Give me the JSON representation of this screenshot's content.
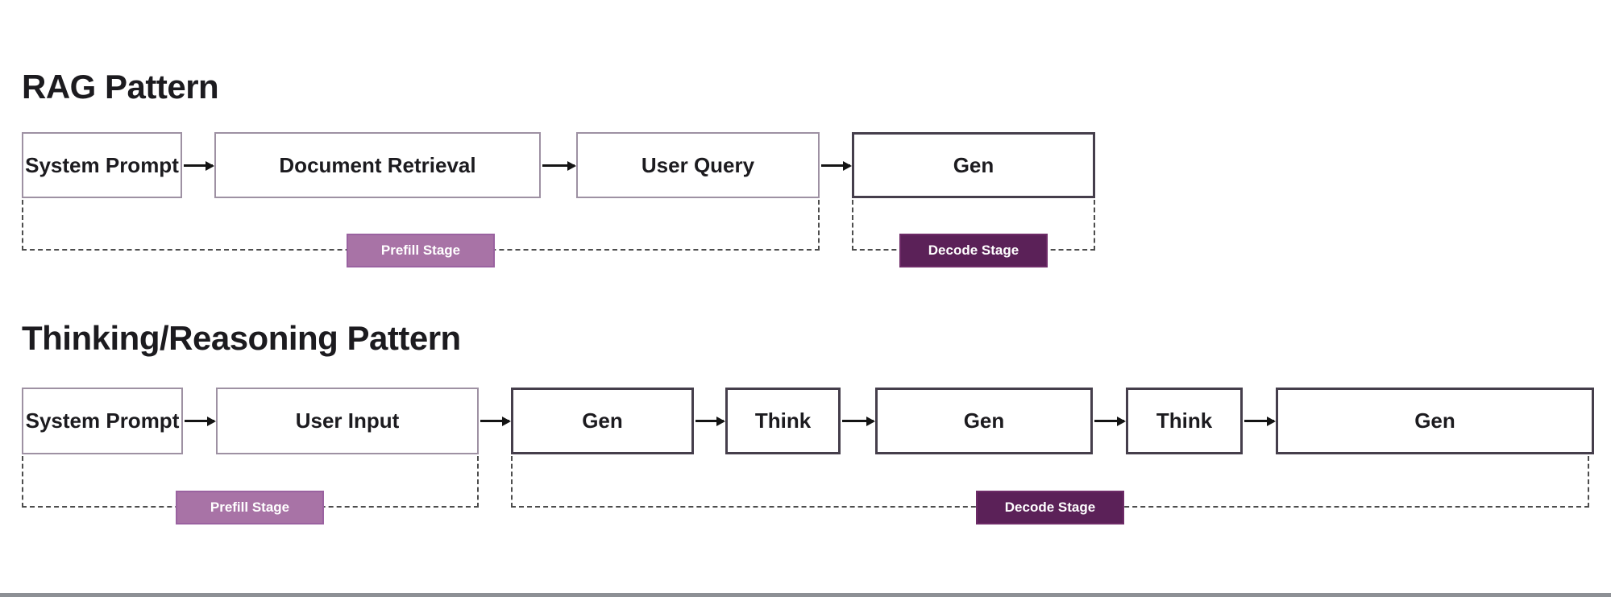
{
  "colors": {
    "bg": "#ffffff",
    "title": "#1c1b1f",
    "box-fill": "#ffffff",
    "box-light-border": "#9e91a3",
    "box-dark-border": "#453e4b",
    "box-text": "#1c1b1f",
    "arrow": "#141414",
    "bracket": "#4d4d4d",
    "prefill-fill": "#a873a6",
    "prefill-border": "#9a62a0",
    "decode-fill": "#5b2158",
    "decode-border": "#6d2b67",
    "stage-text": "#ffffff",
    "bottom-bar": "#8d9095"
  },
  "diagrams": [
    {
      "title": "RAG Pattern",
      "nodes": [
        {
          "label": "System Prompt",
          "stage": "prefill"
        },
        {
          "label": "Document Retrieval",
          "stage": "prefill"
        },
        {
          "label": "User Query",
          "stage": "prefill"
        },
        {
          "label": "Gen",
          "stage": "decode"
        }
      ],
      "stages": [
        {
          "label": "Prefill Stage"
        },
        {
          "label": "Decode Stage"
        }
      ]
    },
    {
      "title": "Thinking/Reasoning Pattern",
      "nodes": [
        {
          "label": "System Prompt",
          "stage": "prefill"
        },
        {
          "label": "User Input",
          "stage": "prefill"
        },
        {
          "label": "Gen",
          "stage": "decode"
        },
        {
          "label": "Think",
          "stage": "decode"
        },
        {
          "label": "Gen",
          "stage": "decode"
        },
        {
          "label": "Think",
          "stage": "decode"
        },
        {
          "label": "Gen",
          "stage": "decode"
        }
      ],
      "stages": [
        {
          "label": "Prefill Stage"
        },
        {
          "label": "Decode Stage"
        }
      ]
    }
  ]
}
